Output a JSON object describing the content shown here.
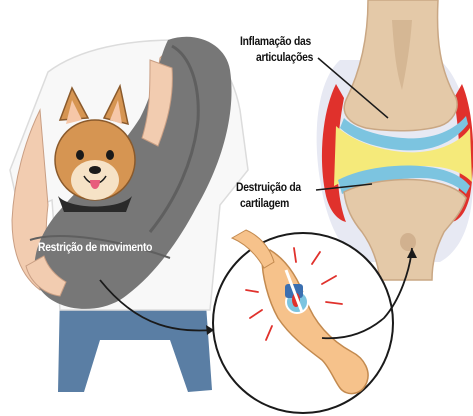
{
  "labels": {
    "inflammation_line1": "Inflamação das",
    "inflammation_line2": "articulações",
    "destruction_line1": "Destruição da",
    "destruction_line2": "cartilagem",
    "restriction": "Restrição de movimento"
  },
  "colors": {
    "bone": "#e4c9a8",
    "bone_dark": "#c9a784",
    "cartilage": "#f5ea7a",
    "membrane": "#7cc4e0",
    "inflammation": "#e0312c",
    "capsule": "#e7e9f3",
    "sling": "#777777",
    "sling_dark": "#5f5f5f",
    "shirt": "#f8f8f8",
    "jeans": "#5a7ea4",
    "skin": "#f2ccb0",
    "dog_fur": "#d69552",
    "dog_light": "#f6e2c6"
  },
  "icons": [
    "arrow-icon",
    "pain-burst-icon"
  ]
}
